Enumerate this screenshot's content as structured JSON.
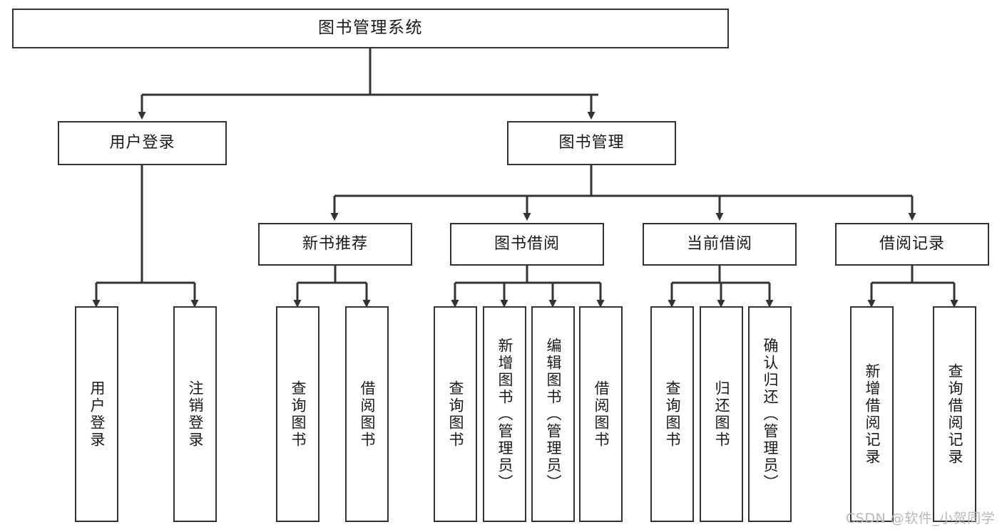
{
  "diagram": {
    "type": "tree-hierarchy",
    "title": "图书管理系统",
    "orientation": "top-down",
    "line_color": "#333333",
    "box_fill": "#ffffff",
    "text_color": "#1a1a1a"
  },
  "nodes": {
    "root": {
      "label": "图书管理系统",
      "level": 1,
      "orient": "horizontal"
    },
    "l2": [
      {
        "label": "用户登录",
        "level": 2,
        "orient": "horizontal"
      },
      {
        "label": "图书管理",
        "level": 2,
        "orient": "horizontal"
      }
    ],
    "l3": [
      {
        "label": "新书推荐",
        "level": 3,
        "orient": "horizontal"
      },
      {
        "label": "图书借阅",
        "level": 3,
        "orient": "horizontal"
      },
      {
        "label": "当前借阅",
        "level": 3,
        "orient": "horizontal"
      },
      {
        "label": "借阅记录",
        "level": 3,
        "orient": "horizontal"
      }
    ],
    "leaves": {
      "user_login": [
        {
          "label": "用户登录",
          "orient": "vertical"
        },
        {
          "label": "注销登录",
          "orient": "vertical"
        }
      ],
      "new_book": [
        {
          "label": "查询图书",
          "orient": "vertical"
        },
        {
          "label": "借阅图书",
          "orient": "vertical"
        }
      ],
      "book_borrow": [
        {
          "label": "查询图书",
          "orient": "vertical"
        },
        {
          "label": "新增图书（管理员）",
          "orient": "vertical"
        },
        {
          "label": "编辑图书（管理员）",
          "orient": "vertical"
        },
        {
          "label": "借阅图书",
          "orient": "vertical"
        }
      ],
      "current_borrow": [
        {
          "label": "查询图书",
          "orient": "vertical"
        },
        {
          "label": "归还图书",
          "orient": "vertical"
        },
        {
          "label": "确认归还（管理员）",
          "orient": "vertical"
        }
      ],
      "borrow_record": [
        {
          "label": "新增借阅记录",
          "orient": "vertical"
        },
        {
          "label": "查询借阅记录",
          "orient": "vertical"
        }
      ]
    }
  },
  "watermark": {
    "text": "CSDN @软件_小贺同学"
  }
}
